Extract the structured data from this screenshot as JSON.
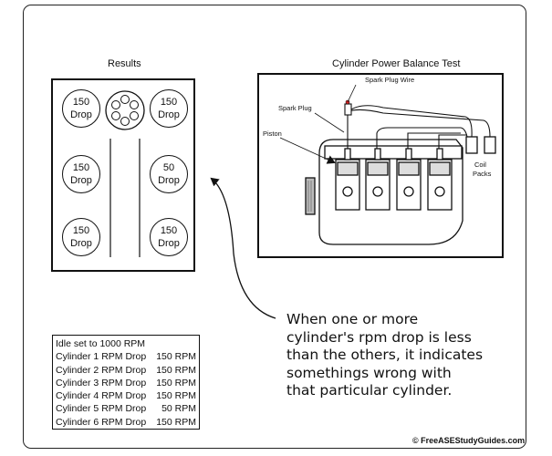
{
  "results": {
    "title": "Results",
    "cylinders": [
      {
        "value": "150",
        "unit": "Drop"
      },
      {
        "value": "150",
        "unit": "Drop"
      },
      {
        "value": "150",
        "unit": "Drop"
      },
      {
        "value": "50",
        "unit": "Drop"
      },
      {
        "value": "150",
        "unit": "Drop"
      },
      {
        "value": "150",
        "unit": "Drop"
      }
    ]
  },
  "test": {
    "title": "Cylinder Power Balance Test",
    "labels": {
      "spark_plug_wire": "Spark Plug Wire",
      "spark_plug": "Spark Plug",
      "piston": "Piston",
      "coil": "Coil",
      "packs": "Packs"
    }
  },
  "note": {
    "lines": [
      "When one or more",
      "cylinder's rpm drop is less",
      "than the others, it indicates",
      "somethings wrong with",
      "that particular cylinder."
    ]
  },
  "table": {
    "header": "Idle set to 1000 RPM",
    "rows": [
      {
        "label": "Cylinder 1 RPM Drop",
        "value": "150 RPM"
      },
      {
        "label": "Cylinder 2 RPM Drop",
        "value": "150 RPM"
      },
      {
        "label": "Cylinder 3 RPM Drop",
        "value": "150 RPM"
      },
      {
        "label": "Cylinder 4 RPM Drop",
        "value": "150 RPM"
      },
      {
        "label": "Cylinder 5 RPM Drop",
        "value": "50 RPM"
      },
      {
        "label": "Cylinder 6 RPM Drop",
        "value": "150 RPM"
      }
    ]
  },
  "copyright": "© FreeASEStudyGuides.com"
}
